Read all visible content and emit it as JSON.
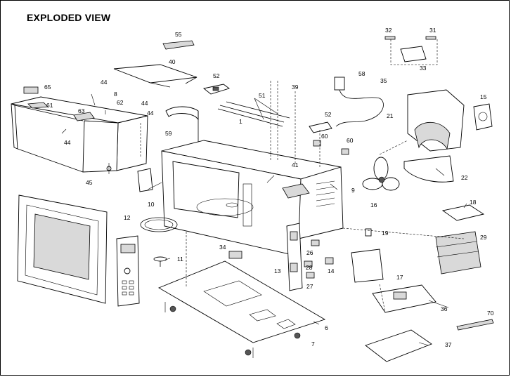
{
  "title": "EXPLODED VIEW",
  "part_labels": [
    "1",
    "6",
    "7",
    "8",
    "9",
    "10",
    "11",
    "12",
    "13",
    "14",
    "15",
    "16",
    "17",
    "18",
    "19",
    "21",
    "22",
    "26",
    "27",
    "28",
    "29",
    "31",
    "32",
    "33",
    "34",
    "35",
    "36",
    "37",
    "39",
    "40",
    "41",
    "44",
    "44",
    "44",
    "44",
    "45",
    "51",
    "52",
    "52",
    "55",
    "58",
    "59",
    "60",
    "60",
    "61",
    "62",
    "63",
    "65",
    "70"
  ]
}
